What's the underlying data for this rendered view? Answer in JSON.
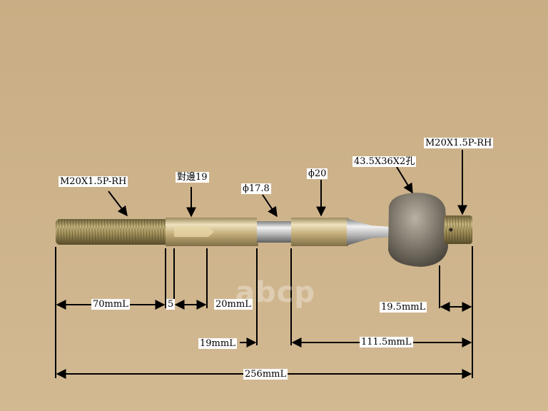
{
  "watermark": "abcp",
  "labels": {
    "thread_left": "M20X1.5P-RH",
    "hex": "對邊19",
    "dia_178": "ϕ17.8",
    "dia_20": "ϕ20",
    "ball": "43.5X36X2孔",
    "thread_right": "M20X1.5P-RH"
  },
  "dimensions": {
    "d70": "70mmL",
    "d5": "5",
    "d20": "20mmL",
    "d195": "19.5mmL",
    "d19": "19mmL",
    "d1115": "111.5mmL",
    "d256": "256mmL"
  },
  "colors": {
    "background": "#cdb28a",
    "rod": "#c9b585",
    "ball": "#8a8275"
  }
}
